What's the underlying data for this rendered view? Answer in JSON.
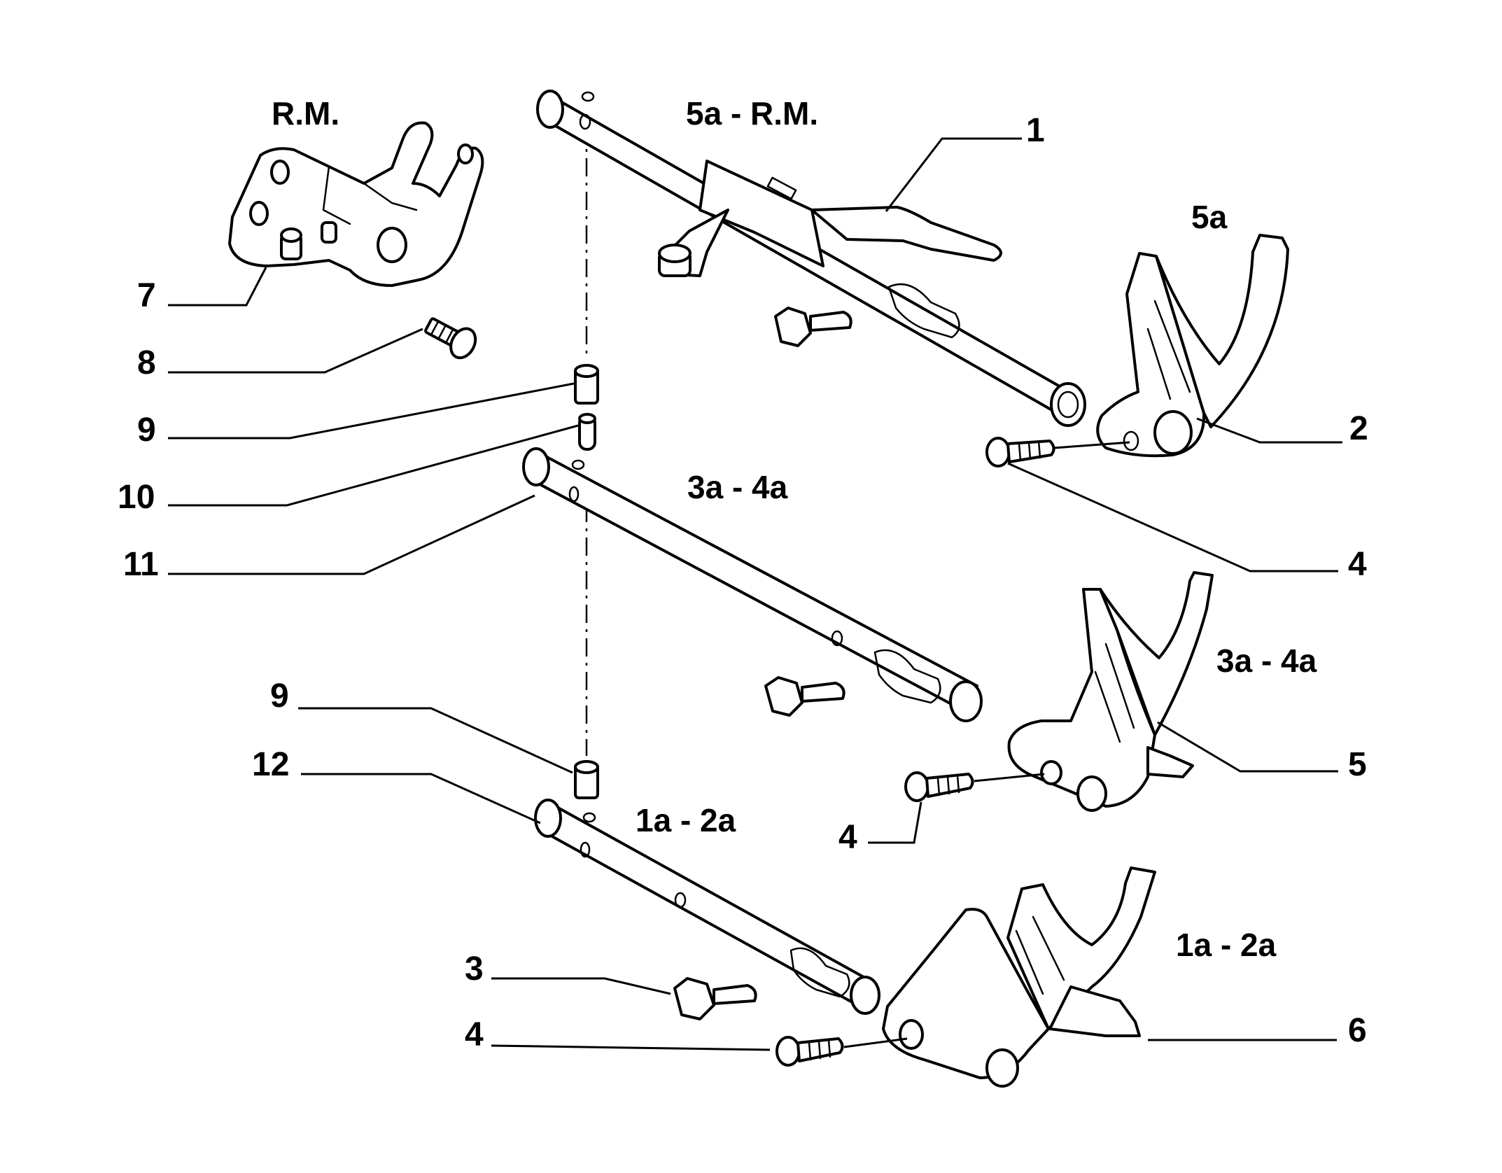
{
  "group_labels": {
    "reverse_lever": "R.M.",
    "shaft_5_reverse": "5a - R.M.",
    "fork_5": "5a",
    "shaft_3_4": "3a - 4a",
    "fork_3_4": "3a - 4a",
    "shaft_1_2": "1a - 2a",
    "fork_1_2": "1a - 2a"
  },
  "callouts": {
    "c1": "1",
    "c2": "2",
    "c3": "3",
    "c4a": "4",
    "c4b": "4",
    "c4c": "4",
    "c5": "5",
    "c6": "6",
    "c7": "7",
    "c8": "8",
    "c9a": "9",
    "c9b": "9",
    "c10": "10",
    "c11": "11",
    "c12": "12"
  }
}
